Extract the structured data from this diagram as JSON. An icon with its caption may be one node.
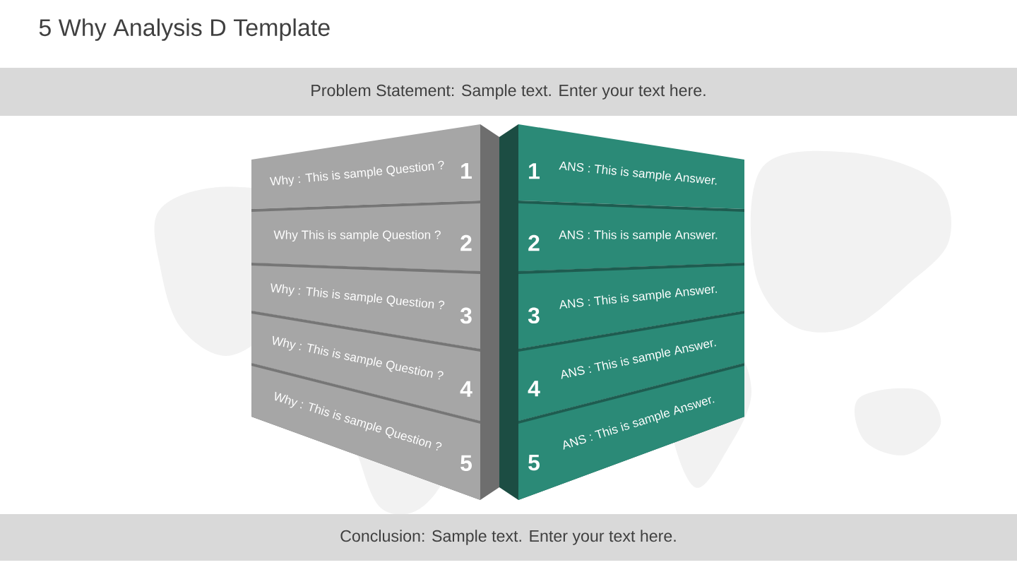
{
  "diagram": {
    "title": "5 Why Analysis D Template",
    "nodes": [
      {
        "text": [
          "Problem Statement: Sample text. Enter your text here."
        ]
      },
      {
        "text": [
          "Why : This is sample Question ?",
          "1"
        ]
      },
      {
        "text": [
          "1",
          "ANS : This is sample Answer."
        ]
      },
      {
        "text": [
          "Why This is sample Question ?",
          "2"
        ]
      },
      {
        "text": [
          "2",
          "ANS : This is sample Answer."
        ]
      },
      {
        "text": [
          "Why : This is sample Question ?",
          "3"
        ]
      },
      {
        "text": [
          "3",
          "ANS : This is sample Answer."
        ]
      },
      {
        "text": [
          "Why : This is sample Question ?",
          "4"
        ]
      },
      {
        "text": [
          "4",
          "ANS : This is sample Answer."
        ]
      },
      {
        "text": [
          "Why : This is sample Question ?",
          "5"
        ]
      },
      {
        "text": [
          "5",
          "ANS : This is sample Answer."
        ]
      },
      {
        "text": [
          "Conclusion: Sample text. Enter your text here."
        ]
      }
    ]
  }
}
